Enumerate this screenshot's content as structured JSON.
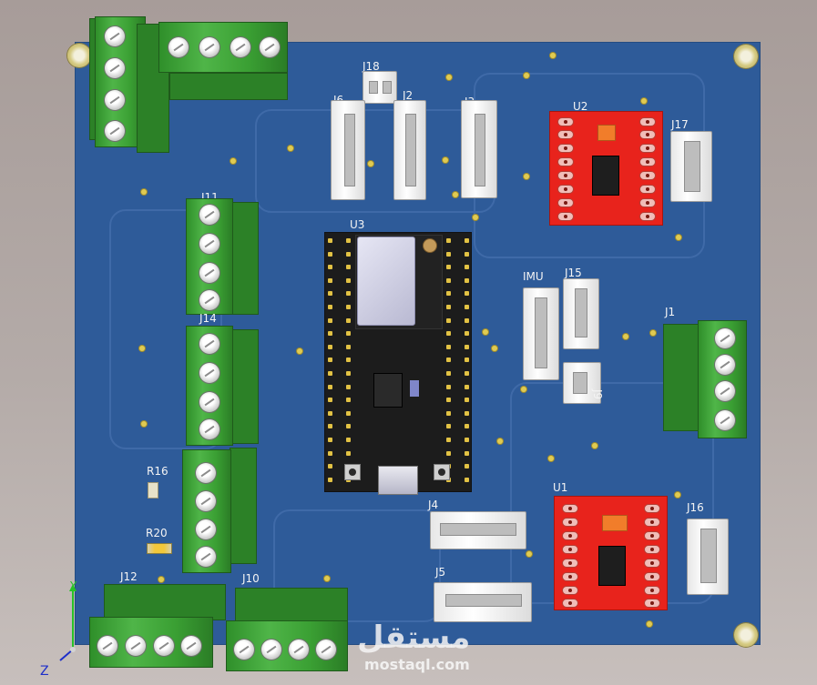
{
  "designators": {
    "U2": "U2",
    "U1": "U1",
    "U3": "U3",
    "J1": "J1",
    "J2": "J2",
    "J3": "J3",
    "J4": "J4",
    "J5": "J5",
    "J6": "J6",
    "J9": "J9",
    "J10": "J10",
    "J11": "J11",
    "J12": "J12",
    "J14": "J14",
    "J15": "J15",
    "J16": "J16",
    "J17": "J17",
    "J18": "J18",
    "IMU": "IMU",
    "R16": "R16",
    "R20": "R20"
  },
  "axes": {
    "y_label": "Y",
    "z_label": "Z",
    "y_color": "#27c227",
    "z_color": "#1e2fc9"
  },
  "watermark": {
    "arabic": "مستقل",
    "latin": "mostaql.com"
  },
  "colors": {
    "board": "#2e5b99",
    "terminal": "#3a9f33",
    "driver": "#e8231c"
  }
}
